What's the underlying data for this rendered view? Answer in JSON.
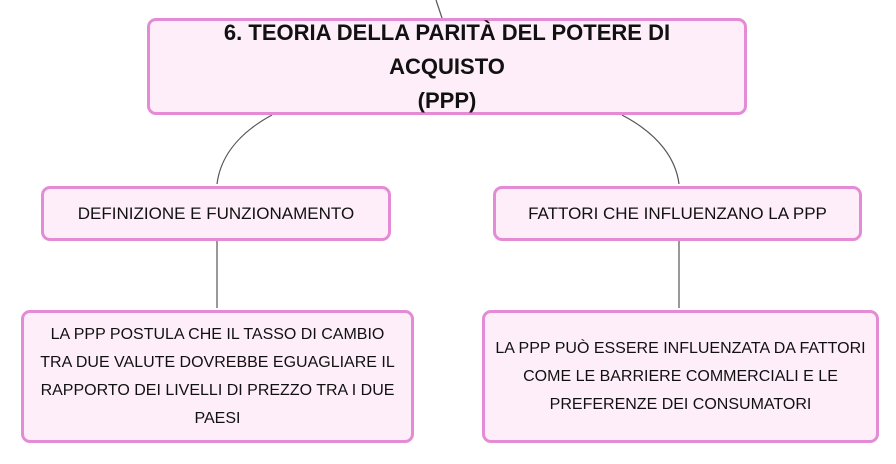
{
  "root": {
    "title_line1": "6. TEORIA DELLA PARITÀ DEL POTERE DI ACQUISTO",
    "title_line2": "(PPP)"
  },
  "branches": [
    {
      "label": "DEFINIZIONE E FUNZIONAMENTO",
      "detail": "LA PPP POSTULA CHE IL TASSO DI CAMBIO TRA DUE VALUTE DOVREBBE EGUAGLIARE IL RAPPORTO DEI LIVELLI DI PREZZO TRA I DUE PAESI"
    },
    {
      "label": "FATTORI CHE INFLUENZANO LA PPP",
      "detail": "LA PPP PUÒ ESSERE INFLUENZATA DA FATTORI COME LE BARRIERE COMMERCIALI E LE PREFERENZE DEI CONSUMATORI"
    }
  ],
  "colors": {
    "node_fill": "#fdeef9",
    "node_border": "#e58bd6",
    "connector": "#555555"
  }
}
